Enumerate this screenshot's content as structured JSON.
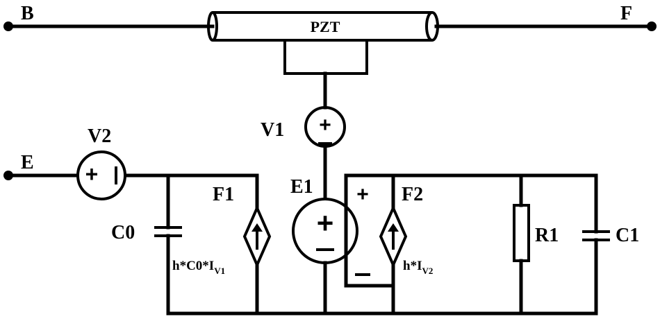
{
  "terminals": {
    "b": "B",
    "f": "F",
    "e": "E"
  },
  "components": {
    "pzt": "PZT",
    "v1": "V1",
    "v2": "V2",
    "e1": "E1",
    "f1": "F1",
    "f2": "F2",
    "c0": "C0",
    "r1": "R1",
    "c1": "C1"
  },
  "expressions": {
    "f1_gain_main": "h*C0*I",
    "f1_gain_sub": "V1",
    "f2_gain_main": "h*I",
    "f2_gain_sub": "V2"
  },
  "signs": {
    "plus": "+",
    "minus": "−"
  }
}
